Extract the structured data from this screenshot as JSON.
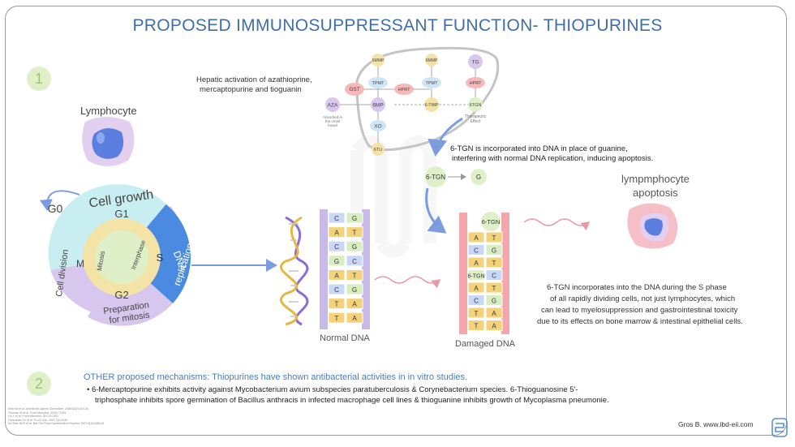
{
  "title": "PROPOSED IMMUNOSUPPRESSANT FUNCTION- THIOPURINES",
  "section1_number": "1",
  "section2_number": "2",
  "lymphocyte_label": "Lymphocyte",
  "hepatic": {
    "line1": "Hepatic activation of azathioprine,",
    "line2": "mercaptopurine and tioguanin",
    "nodes": {
      "aza": "AZA",
      "gst": "GST",
      "mp6": "6MP",
      "tpmt1": "TPMT",
      "hprt1": "HPRT",
      "xo": "XO",
      "tu6": "6TU",
      "emmp": "6MMP",
      "smmp": "6MMP",
      "tpmt2": "TPMT",
      "timp": "6-TIMP",
      "tg": "TG",
      "hprt2": "HPRT",
      "tgn": "6TGN"
    },
    "absorbed": [
      "Absorbed in",
      "the small",
      "bowel"
    ],
    "therapeutic": [
      "Therapeutic",
      "Effect"
    ]
  },
  "incorporation_text": {
    "line1": "6-TGN is incorporated into DNA in place of guanine,",
    "line2": "interfering with normal DNA replication, inducing apoptosis."
  },
  "tgn_label": "6-TGN",
  "g_label": "G",
  "cell_cycle": {
    "g0": "G0",
    "g1": "G1",
    "s": "S",
    "g2": "G2",
    "m": "M",
    "cell_growth": "Cell growth",
    "dna_replication": [
      "DNA",
      "replication"
    ],
    "preparation": [
      "Preparation",
      "for mitosis"
    ],
    "cell_division": "Cell division",
    "interphase": "Interphase",
    "mitosis": "Mitosis"
  },
  "normal_dna": {
    "label": "Normal DNA",
    "pairs": [
      [
        "C",
        "G"
      ],
      [
        "A",
        "T"
      ],
      [
        "C",
        "G"
      ],
      [
        "G",
        "C"
      ],
      [
        "A",
        "T"
      ],
      [
        "C",
        "G"
      ],
      [
        "T",
        "A"
      ],
      [
        "T",
        "A"
      ]
    ]
  },
  "damaged_dna": {
    "label": "Damaged DNA",
    "pairs": [
      [
        "A",
        "T"
      ],
      [
        "C",
        "G"
      ],
      [
        "A",
        "T"
      ],
      [
        "6-TGN",
        "C"
      ],
      [
        "A",
        "T"
      ],
      [
        "C",
        "G"
      ],
      [
        "T",
        "A"
      ],
      [
        "T",
        "A"
      ]
    ],
    "top_tag": "6-TGN"
  },
  "apoptosis": {
    "line1": "lympmphocyte",
    "line2": "apoptosis"
  },
  "s_phase_text": [
    "6-TGN incorporates into the DNA during the S phase",
    "of all rapidly dividing cells, not just lymphocytes, which",
    "can lead to myelosuppression and gastrointestinal toxicity",
    "due to its effects on bone marrow & intestinal epithelial cells."
  ],
  "other": {
    "heading": "OTHER proposed mechanisms: Thiopurines have shown antibacterial activities in in vitro studies.",
    "bullet_line1": "6-Mercaptopurine exhibits activity against Mycobacterium avium subspecies paratuberculosis & Corynebacterium species. 6-Thioguanosine 5'-",
    "bullet_line2": "triphosphate inhibits spore germination of Bacillus anthracis in infected macrophage cell lines & thioguanine inhibits growth of Mycoplasma pneumonie."
  },
  "references": [
    "Shin Ka et al. Antimicrob Agents Chemother. 2008;52(2):419-26",
    "Thomas JA et al. Front Microbiol. 2016;7:1001",
    "Liu X et al. Front Microbiol. 2017;8:1301",
    "Greenstein RJ et al. PLoS One. 2007;2(1):e161",
    "De Boer NKH et al. Nat Clin Pract Gastroenterol Hepatol. 2007;4(12):686-94"
  ],
  "credit": "Gros B. www.ibd-eii.com",
  "colors": {
    "title_blue": "#3f6fa6",
    "cyan": "#c8eef2",
    "blue": "#4a8ae0",
    "lilac": "#d9c8ee",
    "yellow": "#f4e3a6",
    "green_circle": "#dff0c8",
    "pink_arrow": "#e89aa6"
  },
  "icons": [
    "liver-outline-icon",
    "intestine-icon",
    "lymphocyte-cell-icon",
    "dna-helix-icon"
  ]
}
